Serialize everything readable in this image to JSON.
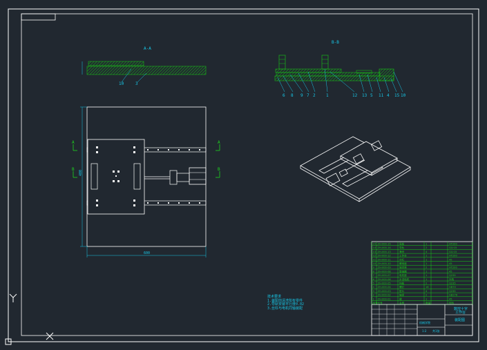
{
  "drawing": {
    "section_a_label": "A-A",
    "section_b_label": "B-B",
    "section_a_balloons": [
      "10",
      "3"
    ],
    "section_b_balloons": [
      "6",
      "8",
      "9",
      "7",
      "2",
      "1",
      "12",
      "13",
      "5",
      "11",
      "4",
      "15",
      "10"
    ],
    "plan_overall_width": "600",
    "plan_overall_height": "400",
    "cut_marks_left": [
      "A",
      "B"
    ],
    "cut_marks_right": [
      "A",
      "B"
    ],
    "notes": [
      "技术要求",
      "1.装配前清洗所有零件",
      "2.导轨安装平行度0.02",
      "3.丝杠与电机同轴装配"
    ]
  },
  "title_block": {
    "part_rows": [
      {
        "no": "15",
        "code": "ZH-000-15",
        "name": "底板",
        "qty": "1",
        "material": "HT200"
      },
      {
        "no": "14",
        "code": "ZH-000-14",
        "name": "导轨",
        "qty": "2",
        "material": "GCr15"
      },
      {
        "no": "13",
        "code": "ZH-000-13",
        "name": "滑块",
        "qty": "4",
        "material": "GCr15"
      },
      {
        "no": "12",
        "code": "ZH-000-12",
        "name": "工作台",
        "qty": "1",
        "material": "HT200"
      },
      {
        "no": "11",
        "code": "ZH-000-11",
        "name": "丝杠",
        "qty": "1",
        "material": "45"
      },
      {
        "no": "10",
        "code": "ZH-000-10",
        "name": "螺母座",
        "qty": "1",
        "material": "45"
      },
      {
        "no": "9",
        "code": "ZH-000-09",
        "name": "轴承座",
        "qty": "2",
        "material": "HT200"
      },
      {
        "no": "8",
        "code": "ZH-000-08",
        "name": "联轴器",
        "qty": "1",
        "material": "45"
      },
      {
        "no": "7",
        "code": "ZH-000-07",
        "name": "电机座",
        "qty": "1",
        "material": "Q235"
      },
      {
        "no": "6",
        "code": "ZH-000-06",
        "name": "步进电机",
        "qty": "1",
        "material": "外购"
      },
      {
        "no": "5",
        "code": "ZH-000-05",
        "name": "挡板",
        "qty": "2",
        "material": "Q235"
      },
      {
        "no": "4",
        "code": "ZH-000-04",
        "name": "螺钉",
        "qty": "16",
        "material": "GB70"
      },
      {
        "no": "3",
        "code": "ZH-000-03",
        "name": "垫片",
        "qty": "4",
        "material": "Q235"
      },
      {
        "no": "2",
        "code": "ZH-000-02",
        "name": "轴承",
        "qty": "2",
        "material": "GB276"
      },
      {
        "no": "1",
        "code": "ZH-000-01",
        "name": "键",
        "qty": "1",
        "material": "45"
      }
    ],
    "header": {
      "no": "序号",
      "code": "代号",
      "name": "名称",
      "qty": "数量",
      "material": "材料"
    },
    "drawing_name_1": "数控十字",
    "drawing_name_2": "工作台",
    "drawing_code": "装配图",
    "school": "机械学院",
    "scale": "1:2",
    "sheet": "共1张"
  },
  "colors": {
    "background": "#212830",
    "frame": "#ffffff",
    "section_hatch": "#18b818",
    "dimension": "#17c8e8",
    "cut_mark": "#1ed81e",
    "table_green": "#17d217"
  }
}
